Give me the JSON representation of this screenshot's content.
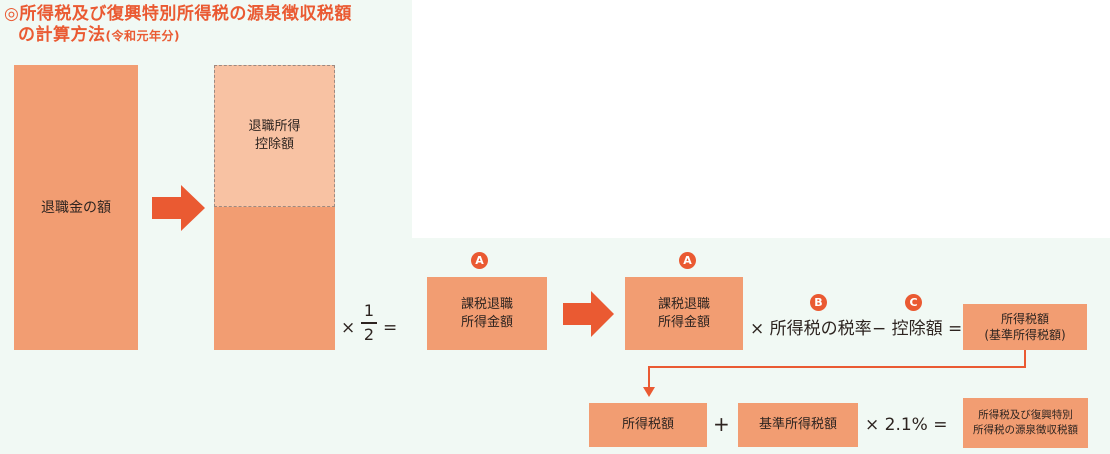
{
  "title": {
    "line1": "◎所得税及び復興特別所得税の源泉徴収税額",
    "line2_main": "の計算方法",
    "line2_note": "(令和元年分)"
  },
  "boxes": {
    "retirement_amount": "退職金の額",
    "deduction": [
      "退職所得",
      "控除額"
    ],
    "taxable_income_1": [
      "課税退職",
      "所得金額"
    ],
    "taxable_income_2": [
      "課税退職",
      "所得金額"
    ],
    "income_tax": [
      "所得税額",
      "(基準所得税額)"
    ],
    "income_tax_2": "所得税額",
    "base_tax": "基準所得税額",
    "withholding": [
      "所得税及び復興特別",
      "所得税の源泉徴収税額"
    ]
  },
  "markers": {
    "a": "A",
    "b": "B",
    "c": "C"
  },
  "operators": {
    "times": "×",
    "numerator": "1",
    "denominator": "2",
    "equals": "=",
    "rate_expr": "× 所得税の税率",
    "minus_deduction": "− 控除額 =",
    "plus": "+",
    "rate_2": "× 2.1% ="
  },
  "colors": {
    "accent": "#ea5a32",
    "box": "#f29d72",
    "box_light": "#f8c2a3",
    "panel": "#f1f9f4"
  }
}
